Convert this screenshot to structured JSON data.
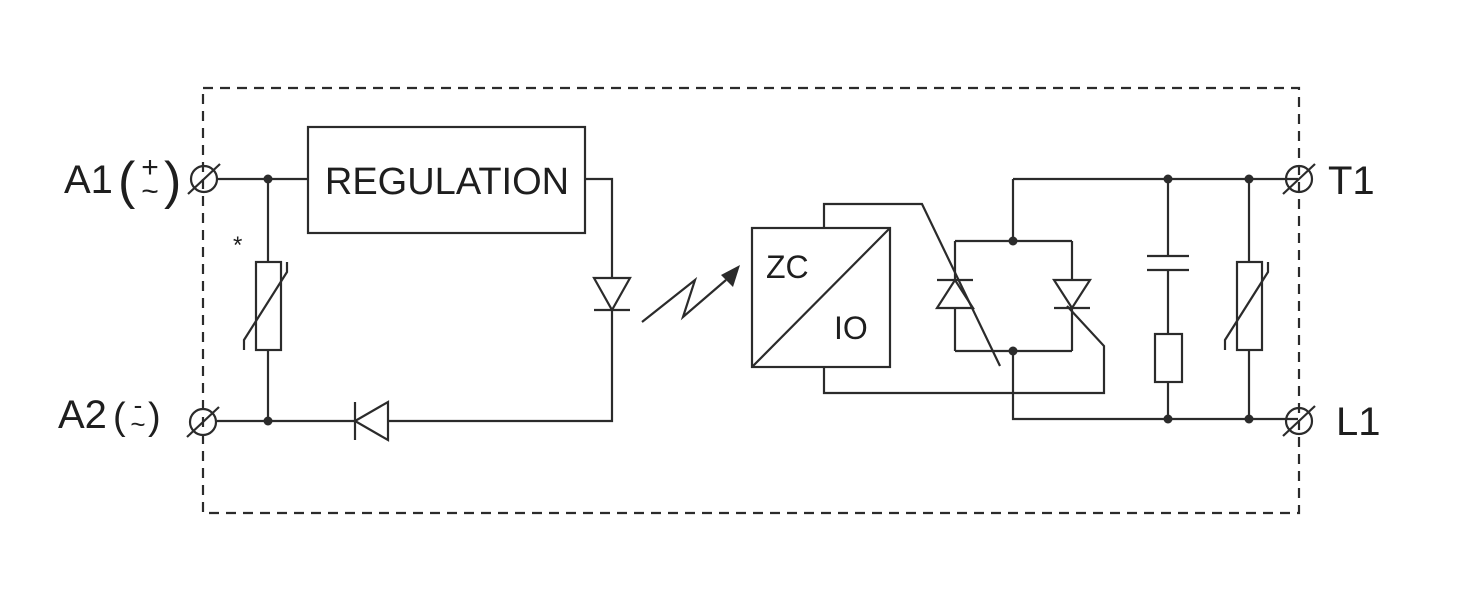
{
  "terminals": {
    "a1": {
      "name": "A1",
      "polarity_top": "+",
      "polarity_bottom": "~"
    },
    "a2": {
      "name": "A2",
      "polarity_top": "-",
      "polarity_bottom": "~"
    },
    "t1": "T1",
    "l1": "L1"
  },
  "blocks": {
    "regulation": "REGULATION",
    "zero_cross_top": "ZC",
    "zero_cross_bottom": "IO"
  },
  "annotations": {
    "varistor_note": "*"
  },
  "colors": {
    "line": "#2b2b2b",
    "text": "#1e1e1e",
    "background": "#ffffff"
  }
}
